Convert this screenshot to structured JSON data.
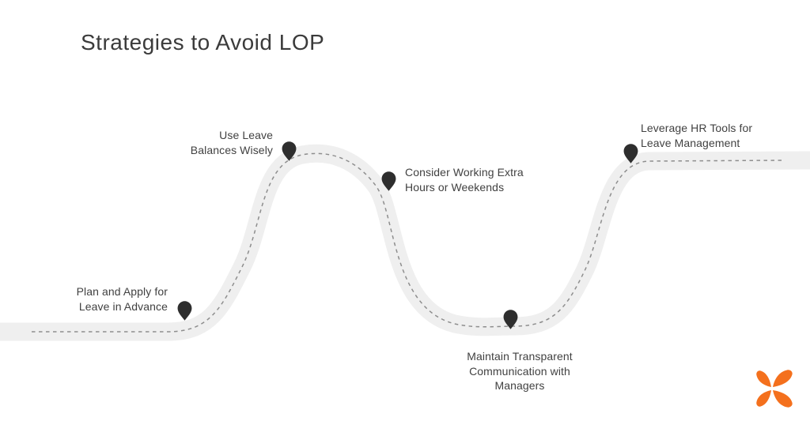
{
  "title": "Strategies to Avoid LOP",
  "milestones": [
    {
      "label": "Plan and Apply for\nLeave in Advance"
    },
    {
      "label": "Use Leave\nBalances Wisely"
    },
    {
      "label": "Consider Working Extra\nHours or Weekends"
    },
    {
      "label": "Maintain Transparent\nCommunication with\nManagers"
    },
    {
      "label": "Leverage HR Tools for\nLeave Management"
    }
  ],
  "icons": {
    "milestone_marker": "map-pin-icon",
    "brand_mark": "butterfly-logo-icon"
  },
  "colors": {
    "background": "#ffffff",
    "road": "#efefef",
    "road_dash": "#8e8e8e",
    "pin": "#2e2e2e",
    "logo": "#f4701d",
    "title_text": "#3b3b3b",
    "label_text": "#414141"
  }
}
